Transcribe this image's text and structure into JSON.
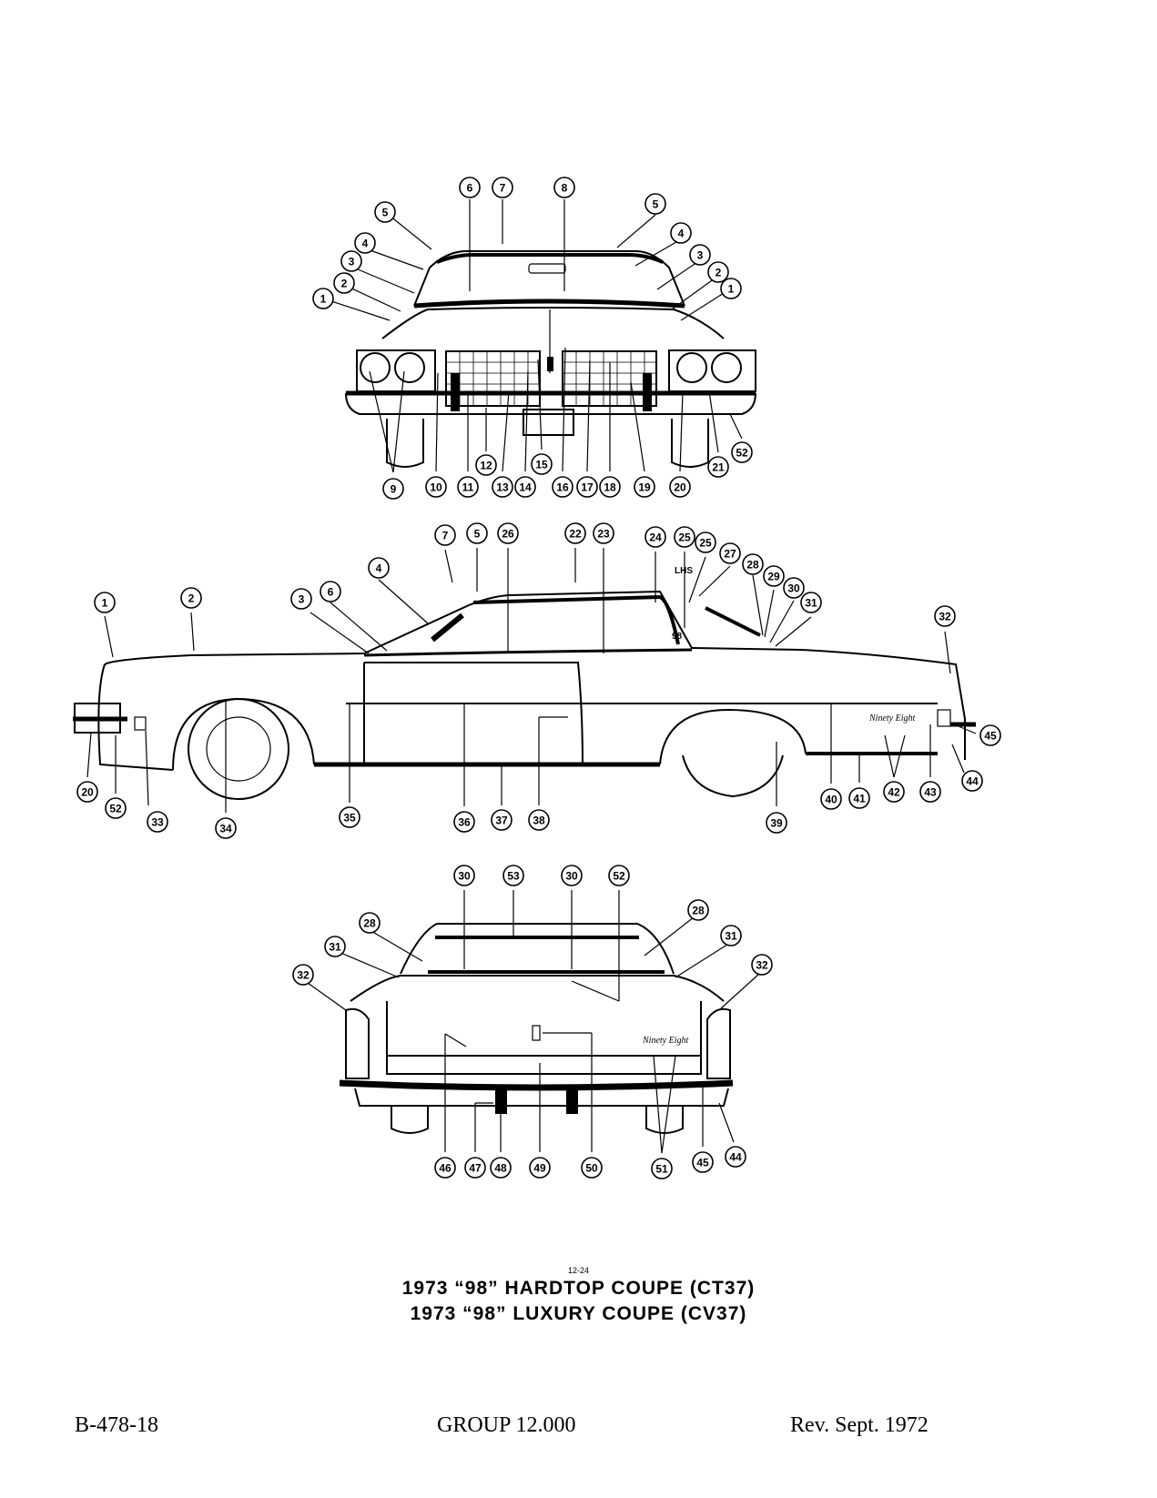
{
  "figure_number": "12-24",
  "caption_lines": [
    "1973 “98” HARDTOP COUPE (CT37)",
    "1973 “98” LUXURY COUPE (CV37)"
  ],
  "footer": {
    "left": "B-478-18",
    "center": "GROUP 12.000",
    "right": "Rev. Sept. 1972"
  },
  "diagram_labels": {
    "lhs": "LHS",
    "ninety_eight": "98",
    "script_left": "Ninety Eight",
    "script_rear": "Ninety Eight"
  },
  "front_callouts": [
    "5",
    "6",
    "7",
    "8",
    "5",
    "4",
    "4",
    "3",
    "3",
    "2",
    "2",
    "1",
    "1",
    "9",
    "10",
    "11",
    "12",
    "13",
    "14",
    "15",
    "16",
    "17",
    "18",
    "19",
    "20",
    "21",
    "52"
  ],
  "side_callouts": [
    "7",
    "5",
    "26",
    "22",
    "23",
    "24",
    "25",
    "25",
    "27",
    "28",
    "29",
    "30",
    "31",
    "4",
    "3",
    "6",
    "1",
    "2",
    "32",
    "45",
    "44",
    "20",
    "52",
    "33",
    "34",
    "35",
    "36",
    "37",
    "38",
    "39",
    "40",
    "41",
    "42",
    "43"
  ],
  "rear_callouts": [
    "30",
    "53",
    "30",
    "52",
    "28",
    "28",
    "31",
    "31",
    "32",
    "32",
    "46",
    "47",
    "48",
    "49",
    "50",
    "51",
    "45",
    "44"
  ]
}
